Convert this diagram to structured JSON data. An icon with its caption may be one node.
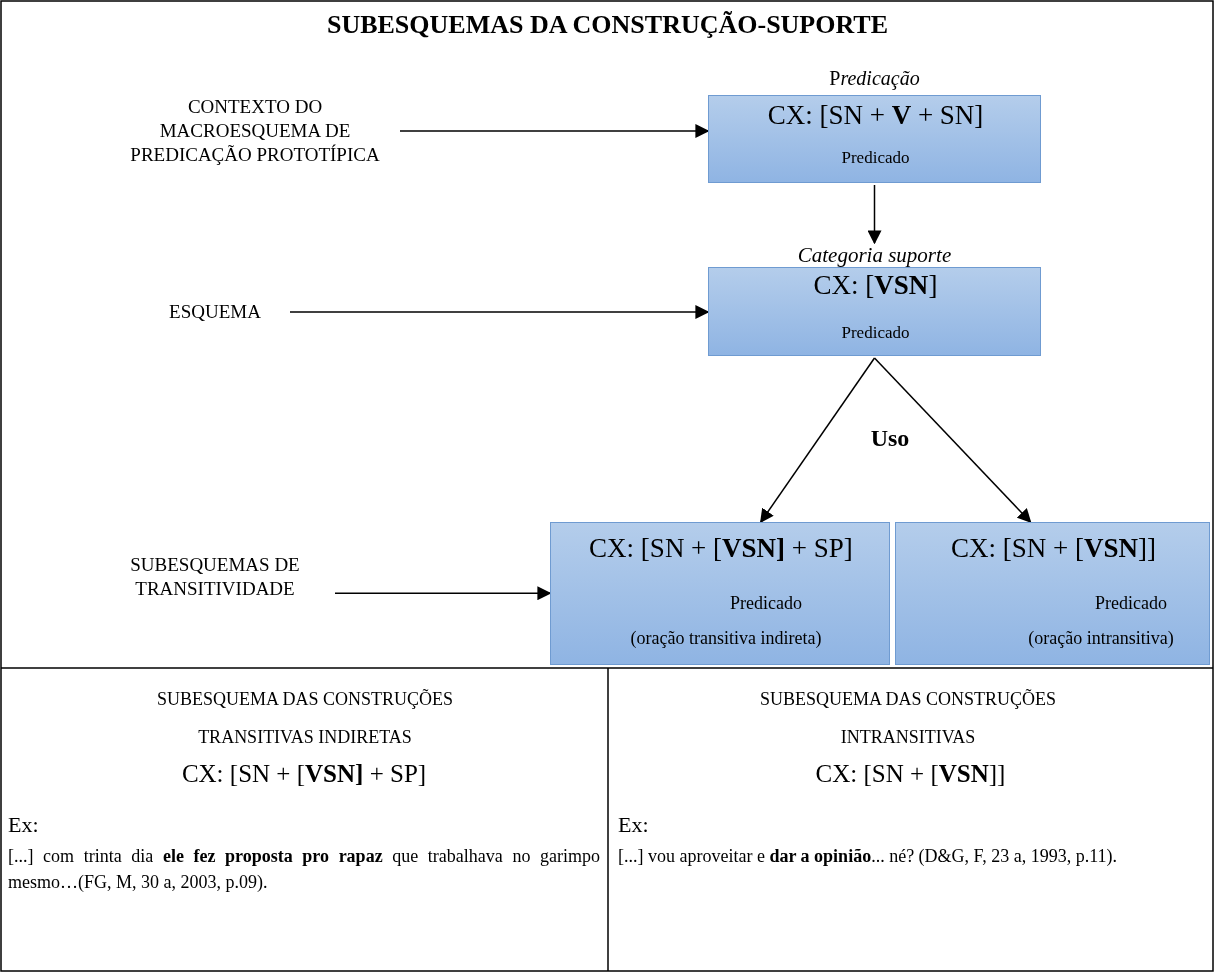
{
  "diagram": {
    "title": "SUBESQUEMAS DA CONSTRUÇÃO-SUPORTE",
    "nodes": [
      {
        "text": [
          "CONTEXTO DO MACROESQUEMA DE PREDICAÇÃO PROTOTÍPICA"
        ]
      },
      {
        "text": [
          "Predicação",
          "CX: [SN + **V** + SN]",
          "Predicado"
        ]
      },
      {
        "text": [
          "ESQUEMA"
        ]
      },
      {
        "text": [
          "Categoria suporte",
          "CX: [**VSN**]",
          "Predicado"
        ]
      },
      {
        "text": [
          "SUBESQUEMAS DE TRANSITIVIDADE"
        ]
      },
      {
        "text": [
          "CX: [SN + [**VSN]** + SP]",
          "Predicado",
          "(oração transitiva indireta)"
        ]
      },
      {
        "text": [
          "CX: [SN + [**VSN**]]",
          "Predicado",
          "(oração intransitiva)"
        ]
      }
    ],
    "edges": [
      {
        "from": 0,
        "to": 1,
        "arrow": "to"
      },
      {
        "from": 1,
        "to": 3,
        "arrow": "to"
      },
      {
        "from": 2,
        "to": 3,
        "arrow": "to"
      },
      {
        "from": 3,
        "to": 5,
        "arrow": "to"
      },
      {
        "from": 3,
        "to": 6,
        "arrow": "to"
      },
      {
        "from": 4,
        "to": 5,
        "arrow": "to"
      }
    ],
    "labels": [
      "Uso",
      "SUBESQUEMA DAS CONSTRUÇÕES TRANSITIVAS INDIRETAS",
      "CX: [SN + [**VSN]** + SP]",
      "Ex:",
      "[...] com trinta dia **ele fez proposta pro rapaz** que trabalhava no garimpo mesmo…(FG, M, 30 a, 2003, p.09).",
      "SUBESQUEMA DAS CONSTRUÇÕES INTRANSITIVAS",
      "CX: [SN + [**VSN**]]",
      "Ex:",
      "[...] vou aproveitar e **dar a opinião**... né? (D&G, F, 23 a, 1993, p.11)."
    ]
  }
}
